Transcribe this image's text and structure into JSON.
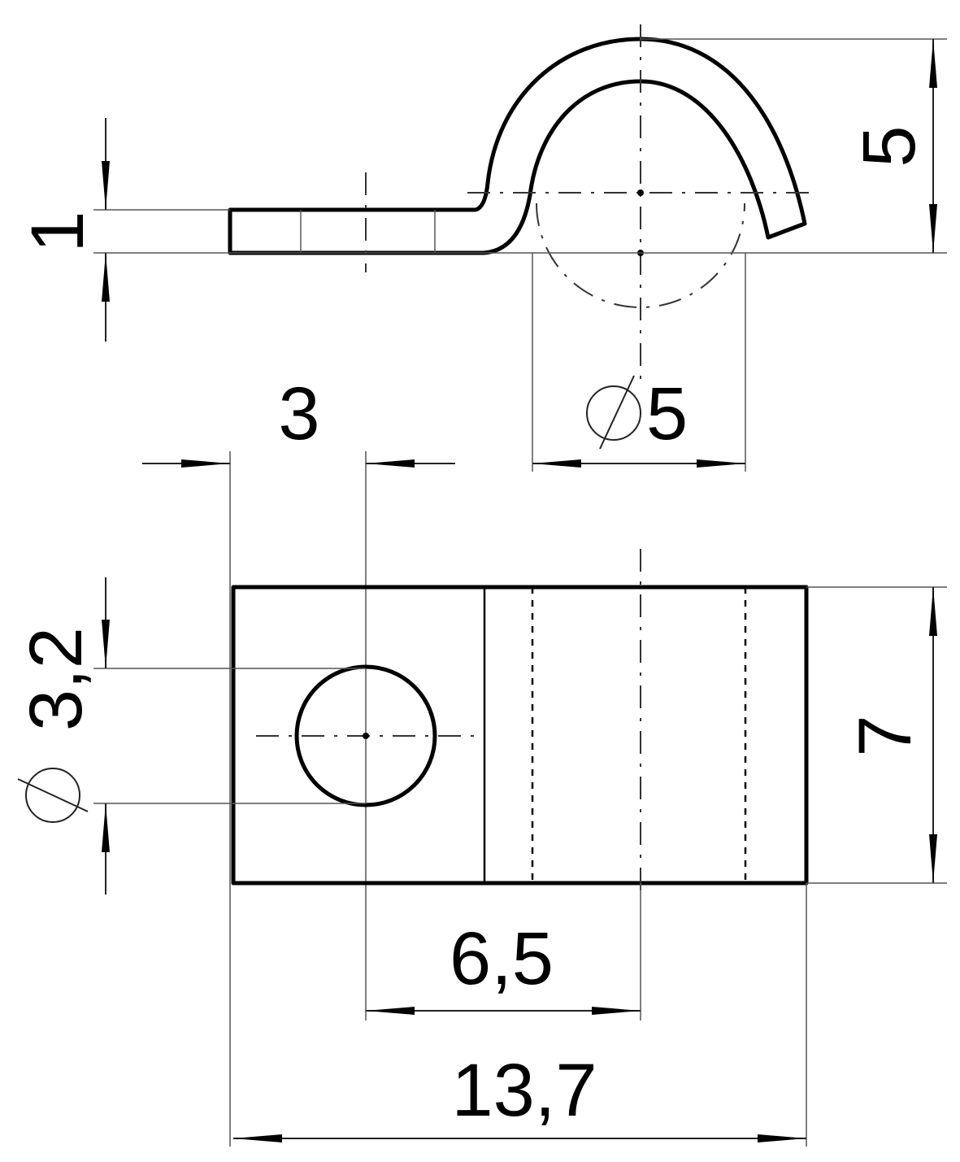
{
  "dimensions": {
    "thickness": "1",
    "height": "5",
    "inner_diameter": "5",
    "hole_offset": "3",
    "hole_diameter": "3,2",
    "width": "7",
    "hole_to_center": "6,5",
    "total_length": "13,7"
  },
  "diameter_symbol": "⌀"
}
